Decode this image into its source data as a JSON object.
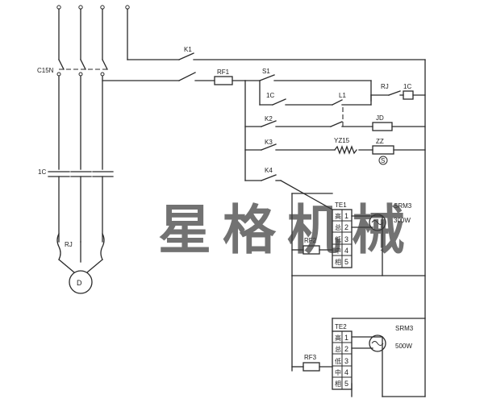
{
  "labels": {
    "C15N": "C15N",
    "K1": "K1",
    "RF1": "RF1",
    "S1": "S1",
    "RJ_top": "RJ",
    "1C_coil": "1C",
    "1C_contact": "1C",
    "L1": "L1",
    "K2": "K2",
    "JD": "JD",
    "K3": "K3",
    "YZ15": "YZ15",
    "ZZ": "ZZ",
    "S_mark": "S",
    "K4": "K4",
    "1C_main": "1C",
    "RJ_main": "RJ",
    "motor": "D",
    "RF2": "RF2",
    "RF3": "RF3"
  },
  "controllers": [
    {
      "name": "TE1",
      "srm": "SRM3",
      "power": "300W",
      "rows": [
        {
          "text": "高",
          "num": "1"
        },
        {
          "text": "总",
          "num": "2"
        },
        {
          "text": "低",
          "num": "3"
        },
        {
          "text": "中",
          "num": "4"
        },
        {
          "text": "相",
          "num": "5"
        }
      ]
    },
    {
      "name": "TE2",
      "srm": "SRM3",
      "power": "500W",
      "rows": [
        {
          "text": "高",
          "num": "1"
        },
        {
          "text": "总",
          "num": "2"
        },
        {
          "text": "低",
          "num": "3"
        },
        {
          "text": "中",
          "num": "4"
        },
        {
          "text": "相",
          "num": "5"
        }
      ]
    }
  ],
  "watermark": "星格机械"
}
